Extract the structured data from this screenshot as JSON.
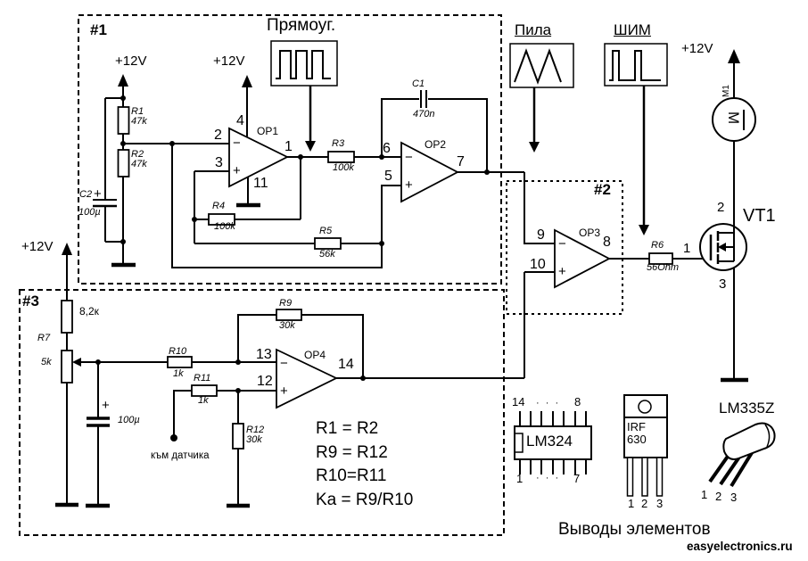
{
  "blocks": {
    "b1": "#1",
    "b2": "#2",
    "b3": "#3"
  },
  "supply": "+12V",
  "signs": {
    "minus": "−",
    "plus": "+"
  },
  "waveforms": {
    "square": {
      "label": "Прямоуг."
    },
    "saw": {
      "label": "Пила"
    },
    "pwm": {
      "label": "ШИМ"
    }
  },
  "opamps": {
    "op1": {
      "name": "OP1",
      "inv_pin": "2",
      "noninv_pin": "3",
      "out_pin": "1",
      "vcc_pin": "4",
      "gnd_pin": "11"
    },
    "op2": {
      "name": "OP2",
      "inv_pin": "6",
      "noninv_pin": "5",
      "out_pin": "7"
    },
    "op3": {
      "name": "OP3",
      "inv_pin": "9",
      "noninv_pin": "10",
      "out_pin": "8"
    },
    "op4": {
      "name": "OP4",
      "inv_pin": "13",
      "noninv_pin": "12",
      "out_pin": "14"
    }
  },
  "resistors": {
    "r1": {
      "ref": "R1",
      "value": "47k"
    },
    "r2": {
      "ref": "R2",
      "value": "47k"
    },
    "r3": {
      "ref": "R3",
      "value": "100k"
    },
    "r4": {
      "ref": "R4",
      "value": "100k"
    },
    "r5": {
      "ref": "R5",
      "value": "56k"
    },
    "r6": {
      "ref": "R6",
      "value": "56Ohm"
    },
    "r7": {
      "ref": "R7",
      "value": "5k",
      "top_value": "8,2к"
    },
    "r9": {
      "ref": "R9",
      "value": "30k"
    },
    "r10": {
      "ref": "R10",
      "value": "1k"
    },
    "r11": {
      "ref": "R11",
      "value": "1k"
    },
    "r12": {
      "ref": "R12",
      "value": "30k"
    }
  },
  "capacitors": {
    "c1": {
      "ref": "C1",
      "value": "470n"
    },
    "c2": {
      "ref": "C2",
      "value": "100µ"
    },
    "c3": {
      "value": "100µ"
    }
  },
  "transistor": {
    "ref": "VT1",
    "gate_pin": "1",
    "drain_pin": "2",
    "source_pin": "3"
  },
  "motor": {
    "ref": "M1",
    "symbol": "M"
  },
  "sensor_note": "към датчика",
  "formulas": [
    "R1 = R2",
    "R9 = R12",
    "R10=R11",
    "Ka = R9/R10"
  ],
  "pinout": {
    "title": "Выводы элементов",
    "lm324": {
      "name": "LM324",
      "pin_tl": "14",
      "pin_tr": "8",
      "pin_bl": "1",
      "pin_br": "7",
      "dots": "· · ·"
    },
    "irf630": {
      "name_line1": "IRF",
      "name_line2": "630",
      "pins": [
        "1",
        "2",
        "3"
      ]
    },
    "lm335": {
      "name": "LM335Z",
      "pins": [
        "1",
        "2",
        "3"
      ]
    }
  },
  "credit": "easyelectronics.ru"
}
